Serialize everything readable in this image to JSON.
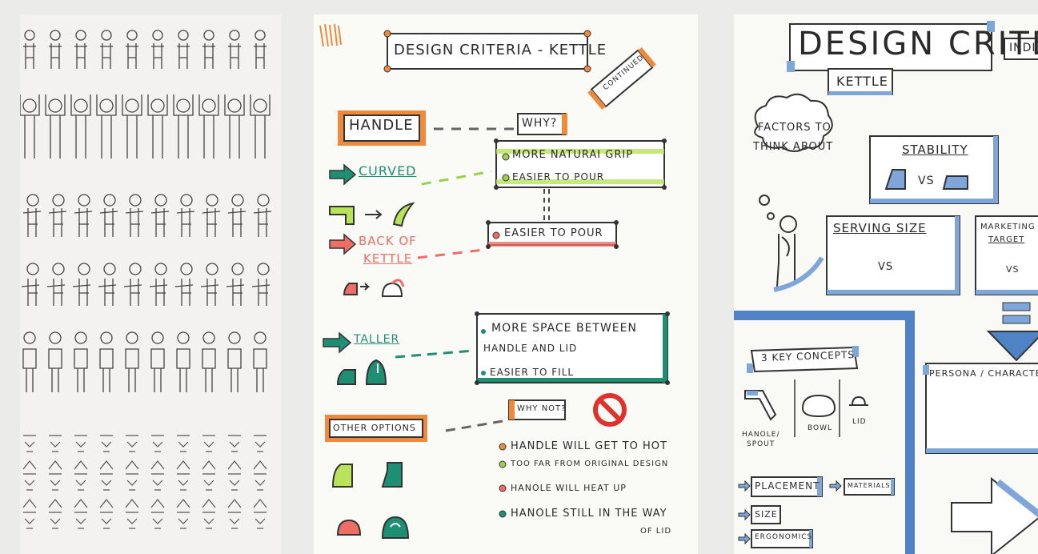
{
  "panel_b": {
    "title": "DESIGN CRITERIA - KETTLE",
    "continued": "CONTINUED",
    "handle": "HANDLE",
    "why": "WHY?",
    "curved": "CURVED",
    "more_natural_grip": "MORE NATURAI GRIP",
    "easier_to_pour_1": "EASIER TO POUR",
    "back_of": "BACK OF",
    "kettle": "KETTLE",
    "easier_to_pour_2": "EASIER TO POUR",
    "taller": "TALLER",
    "more_space_1": "MORE SPACE BETWEEN",
    "more_space_2": "HANDLE AND LID",
    "easier_to_fill": "EASIER TO FILL",
    "other_options": "OTHER OPTIONS",
    "why_not": "WHY NOT?",
    "reason_1": "HANDLE WILL GET TO HOT",
    "reason_2": "TOO FAR FROM ORIGINAL DESIGN",
    "reason_3": "HANOLE WILL HEAT UP",
    "reason_4a": "HANOLE STILL IN THE WAY",
    "reason_4b": "OF LID"
  },
  "panel_c": {
    "title": "DESIGN CRITERIA",
    "subtitle": "KETTLE",
    "tag": "INDI",
    "factors_1": "FACTORS TO",
    "factors_2": "THINK ABOUT",
    "stability": "STABILITY",
    "vs": "VS",
    "serving_size": "SERVING SIZE",
    "marketing_1": "MARKETING",
    "marketing_2": "TARGET",
    "key_concepts": "3 KEY CONCEPTS",
    "handle_spout_1": "HANOLE/",
    "handle_spout_2": "SPOUT",
    "bowl": "BOWL",
    "lid": "LID",
    "persona": "PERSONA / CHARACTER",
    "placement": "PLACEMENT",
    "materials": "MATERIALS",
    "size": "SIZE",
    "ergonomics": "ERGONOMICS"
  },
  "colors": {
    "orange": "#ef8a3c",
    "green": "#9bd24a",
    "salmon": "#ee6e66",
    "teal": "#1f8f74",
    "blue": "#7fa6d8",
    "red": "#e0312b"
  }
}
